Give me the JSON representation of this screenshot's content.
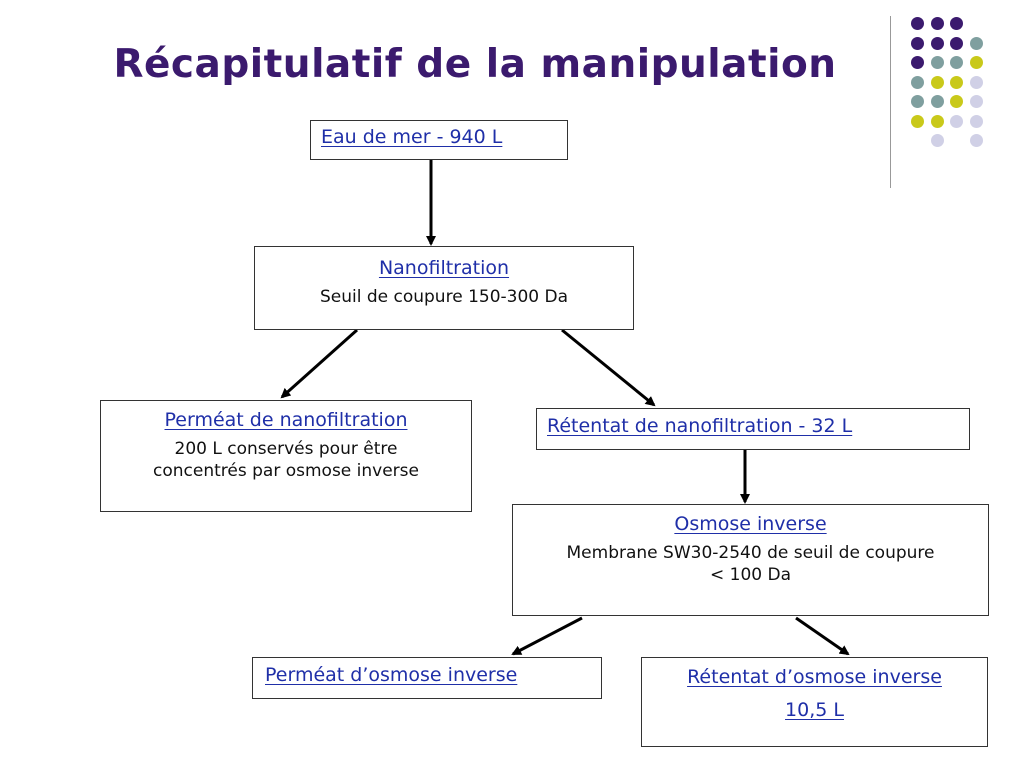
{
  "slide": {
    "title": "Récapitulatif de la manipulation"
  },
  "colors": {
    "title": "#3b1a6e",
    "heading": "#1f2fa8",
    "dot_purple": "#3b1a6e",
    "dot_teal": "#7f9f9f",
    "dot_yellow": "#c9c91a",
    "dot_lavender": "#d0d0e6"
  },
  "flow": {
    "eau_de_mer": {
      "label": "Eau de mer - 940 L"
    },
    "nanofiltration": {
      "title": "Nanofiltration",
      "detail": "Seuil de coupure 150-300 Da"
    },
    "permeat_nanofiltration": {
      "title": "Perméat de nanofiltration",
      "detail": "200 L conservés pour être concentrés par osmose inverse"
    },
    "retentat_nanofiltration": {
      "label": "Rétentat de nanofiltration - 32 L"
    },
    "osmose_inverse": {
      "title": "Osmose inverse",
      "detail": "Membrane SW30-2540 de seuil de coupure < 100 Da"
    },
    "permeat_osmose": {
      "label": "Perméat d’osmose inverse"
    },
    "retentat_osmose": {
      "title": "Rétentat d’osmose inverse",
      "volume": "10,5 L"
    }
  },
  "decoration": {
    "dot_grid": [
      [
        "purple",
        "purple",
        "purple",
        "none"
      ],
      [
        "purple",
        "purple",
        "purple",
        "teal"
      ],
      [
        "purple",
        "teal",
        "teal",
        "yellow"
      ],
      [
        "teal",
        "yellow",
        "yellow",
        "lavender"
      ],
      [
        "teal",
        "teal",
        "yellow",
        "lavender"
      ],
      [
        "yellow",
        "yellow",
        "lavender",
        "lavender"
      ],
      [
        "none",
        "lavender",
        "none",
        "lavender"
      ]
    ]
  }
}
